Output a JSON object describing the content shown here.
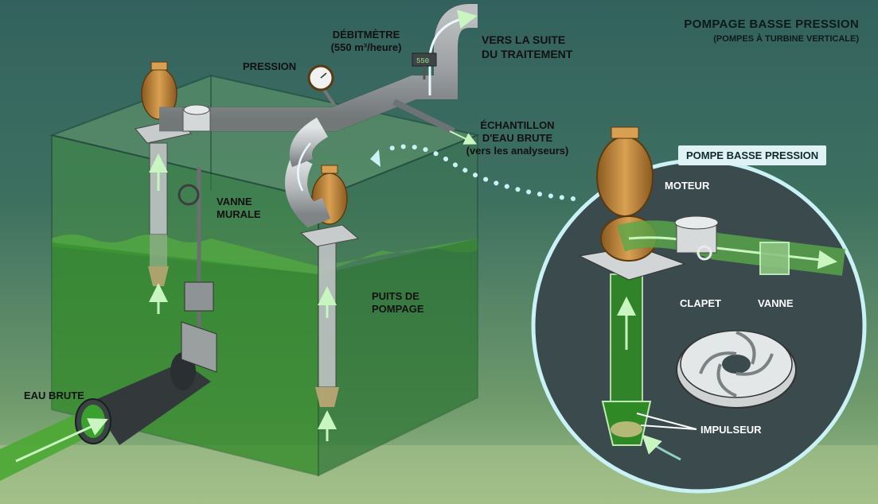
{
  "title": "POMPAGE BASSE PRESSION",
  "subtitle": "(POMPES À TURBINE VERTICALE)",
  "labels": {
    "flowmeter": "DÉBITMÈTRE",
    "flowmeter_rate": "(550 m³/heure)",
    "flowmeter_display": "550",
    "pressure": "PRESSION",
    "next_treatment_1": "VERS LA SUITE",
    "next_treatment_2": "DU TRAITEMENT",
    "sample_1": "ÉCHANTILLON",
    "sample_2": "D'EAU BRUTE",
    "sample_3": "(vers les analyseurs)",
    "wall_valve_1": "VANNE",
    "wall_valve_2": "MURALE",
    "pump_well_1": "PUITS DE",
    "pump_well_2": "POMPAGE",
    "raw_water": "EAU BRUTE",
    "pump_badge": "POMPE BASSE PRESSION",
    "motor": "MOTEUR",
    "check_valve": "CLAPET",
    "valve": "VANNE",
    "impeller": "IMPULSEUR"
  },
  "colors": {
    "water_green": "#3c9a2e",
    "pipe_grey": "#b8bcbe",
    "motor_orange": "#c98a3a",
    "flow_arrow": "#c8f5c0",
    "callout_ring": "#c9f1f6"
  }
}
